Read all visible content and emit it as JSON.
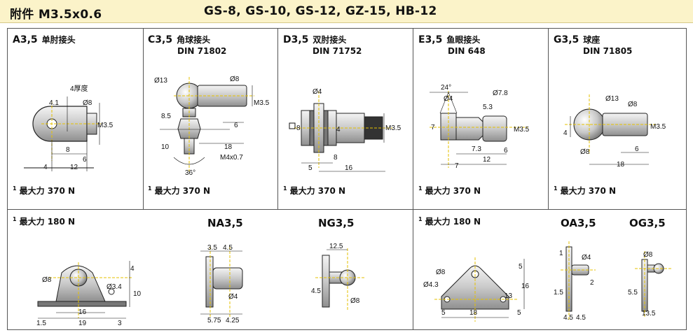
{
  "header": {
    "accessory": "附件 M3.5x0.6",
    "models": "GS-8, GS-10, GS-12, GZ-15, HB-12"
  },
  "cells": [
    {
      "code": "A3,5",
      "name": "单肘接头",
      "din": "",
      "foot_sup": "1",
      "foot": "最大力 370 N"
    },
    {
      "code": "C3,5",
      "name": "角球接头",
      "din": "DIN 71802",
      "foot_sup": "1",
      "foot": "最大力 370 N"
    },
    {
      "code": "D3,5",
      "name": "双肘接头",
      "din": "DIN 71752",
      "foot_sup": "1",
      "foot": "最大力 370 N"
    },
    {
      "code": "E3,5",
      "name": "鱼眼接头",
      "din": "DIN 648",
      "foot_sup": "1",
      "foot": "最大力 370 N"
    },
    {
      "code": "G3,5",
      "name": "球座",
      "din": "DIN 71805",
      "foot_sup": "1",
      "foot": "最大力 370 N"
    }
  ],
  "bottom_left": {
    "foot_sup": "1",
    "foot": "最大力 180 N",
    "label1": "NA3,5",
    "label2": "NG3,5"
  },
  "bottom_right": {
    "foot_sup": "1",
    "foot": "最大力 180 N",
    "label1": "OA3,5",
    "label2": "OG3,5"
  },
  "dims": {
    "a": {
      "thick": "4厚度",
      "d41": "4.1",
      "d8": "Ø8",
      "m35": "M3.5",
      "b8": "8",
      "b6": "6",
      "b4": "4",
      "b12": "12"
    },
    "c": {
      "d13": "Ø13",
      "d8": "Ø8",
      "m35": "M3.5",
      "v85": "8.5",
      "v6": "6",
      "v10": "10",
      "v18": "18",
      "m4": "M4x0.7",
      "a36": "36°"
    },
    "d": {
      "d4": "Ø4",
      "sq8": "8",
      "v4": "4",
      "m35": "M3.5",
      "v8": "8",
      "v5": "5",
      "v16": "16"
    },
    "e": {
      "a24": "24°",
      "d4": "Ø4",
      "d78": "Ø7.8",
      "v53": "5.3",
      "v7": "7",
      "m35": "M3.5",
      "v73": "7.3",
      "v6": "6",
      "v7b": "7",
      "v12": "12"
    },
    "g": {
      "d13": "Ø13",
      "d8": "Ø8",
      "v4": "4",
      "m35": "M3.5",
      "d8b": "Ø8",
      "v6": "6",
      "v18": "18"
    },
    "bl": {
      "d8": "Ø8",
      "v4": "4",
      "d34": "Ø3.4",
      "v10": "10",
      "v15": "1.5",
      "v16": "16",
      "v19": "19",
      "v3": "3"
    },
    "na": {
      "v35": "3.5",
      "v45": "4.5",
      "d4": "Ø4",
      "v575": "5.75",
      "v425": "4.25"
    },
    "ng": {
      "v125": "12.5",
      "v45": "4.5",
      "d8": "Ø8"
    },
    "br": {
      "d8": "Ø8",
      "d43": "Ø4.3",
      "v5": "5",
      "v16": "16",
      "v13": "13",
      "v5b": "5",
      "v18": "18",
      "v5c": "5"
    },
    "oa": {
      "v1": "1",
      "d4": "Ø4",
      "v2": "2",
      "v15": "1.5",
      "v45a": "4.5",
      "v45b": "4.5"
    },
    "og": {
      "d8": "Ø8",
      "v55": "5.5",
      "v135": "13.5"
    }
  }
}
